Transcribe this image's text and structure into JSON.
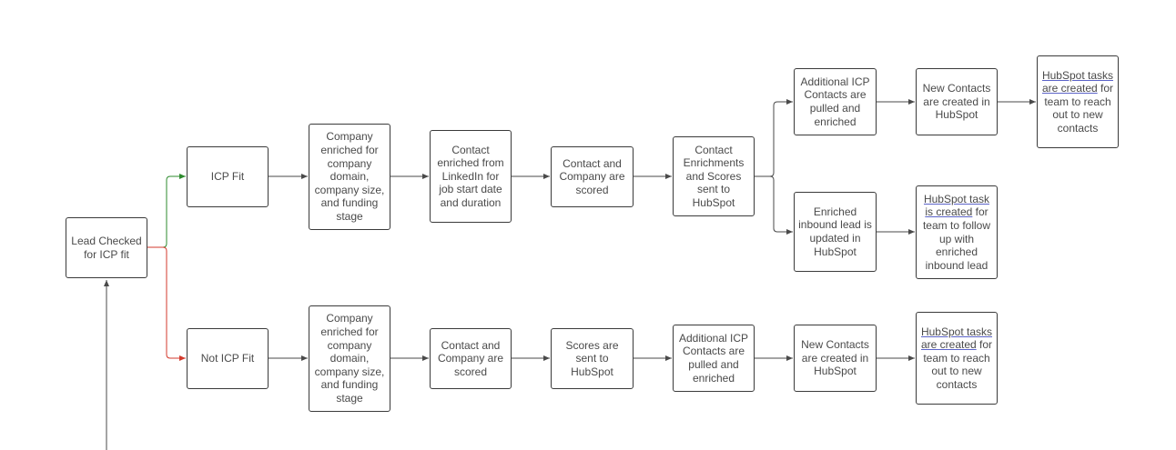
{
  "colors": {
    "edge": "#4a4a4a",
    "fit": "#2e8b2e",
    "notfit": "#d33a2c",
    "border": "#3a3a3a",
    "text": "#4a4a4a"
  },
  "nodes": {
    "lead": "Lead Checked for ICP fit",
    "icp_fit": "ICP Fit",
    "not_icp_fit": "Not ICP Fit",
    "fit_company": "Company enriched for company domain, company size, and funding stage",
    "fit_contact": "Contact enriched from LinkedIn for job start date and duration",
    "fit_scored": "Contact and Company are scored",
    "fit_sent": "Contact Enrichments and Scores sent to HubSpot",
    "fit_additional": "Additional ICP Contacts are pulled and enriched",
    "fit_new_contacts": "New Contacts are created in HubSpot",
    "fit_tasks": {
      "link": "HubSpot tasks are created",
      "rest": " for team to reach out to new contacts"
    },
    "fit_inbound": "Enriched inbound lead is updated in HubSpot",
    "fit_inbound_task": {
      "link": "HubSpot task is created",
      "rest": " for team to follow up with enriched inbound lead"
    },
    "nf_company": "Company enriched for company domain, company size, and funding stage",
    "nf_scored": "Contact and Company are scored",
    "nf_sent": "Scores are sent to HubSpot",
    "nf_additional": "Additional ICP Contacts are pulled and enriched",
    "nf_new_contacts": "New Contacts are created in HubSpot",
    "nf_tasks": {
      "link": "HubSpot tasks are created",
      "rest": " for team to reach out to new contacts"
    }
  }
}
